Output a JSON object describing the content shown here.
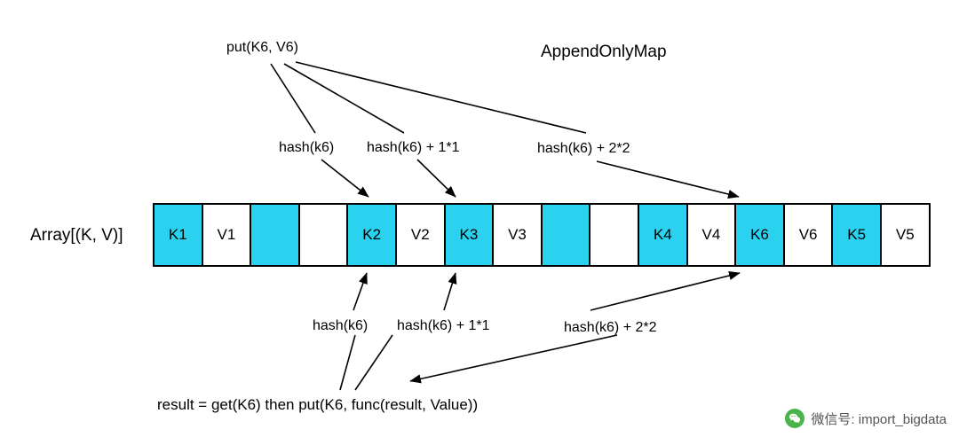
{
  "diagram": {
    "title": "AppendOnlyMap",
    "array_label": "Array[(K, V)]",
    "top_operation": "put(K6, V6)",
    "top_probe_labels": [
      "hash(k6)",
      "hash(k6) + 1*1",
      "hash(k6) + 2*2"
    ],
    "bottom_probe_labels": [
      "hash(k6)",
      "hash(k6) + 1*1",
      "hash(k6) + 2*2"
    ],
    "bottom_operation": "result = get(K6) then put(K6, func(result, Value))",
    "cells": [
      {
        "text": "K1",
        "filled": true
      },
      {
        "text": "V1",
        "filled": false
      },
      {
        "text": "",
        "filled": true
      },
      {
        "text": "",
        "filled": false
      },
      {
        "text": "K2",
        "filled": true
      },
      {
        "text": "V2",
        "filled": false
      },
      {
        "text": "K3",
        "filled": true
      },
      {
        "text": "V3",
        "filled": false
      },
      {
        "text": "",
        "filled": true
      },
      {
        "text": "",
        "filled": false
      },
      {
        "text": "K4",
        "filled": true
      },
      {
        "text": "V4",
        "filled": false
      },
      {
        "text": "K6",
        "filled": true
      },
      {
        "text": "V6",
        "filled": false
      },
      {
        "text": "K5",
        "filled": true
      },
      {
        "text": "V5",
        "filled": false
      }
    ]
  },
  "watermark": {
    "text": "微信号: import_bigdata",
    "icon": "wechat-icon"
  },
  "colors": {
    "cell_fill": "#2ad2f0",
    "stroke": "#000000",
    "background": "#ffffff"
  }
}
